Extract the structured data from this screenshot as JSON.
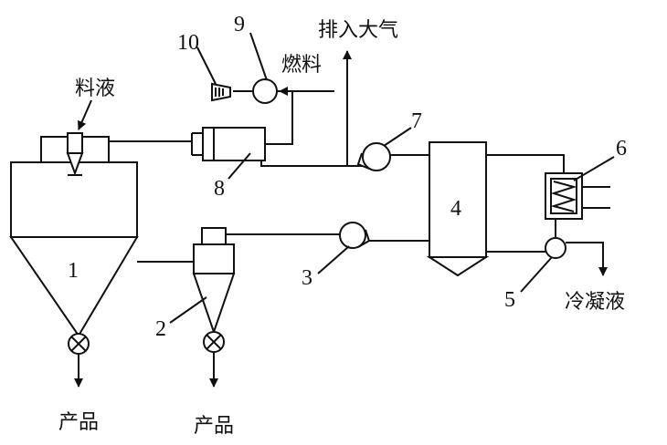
{
  "labels": {
    "feed_liquid": "料液",
    "exhaust": "排入大气",
    "fuel": "燃料",
    "condensate": "冷凝液",
    "product_1": "产品",
    "product_2": "产品"
  },
  "numbers": {
    "n1": "1",
    "n2": "2",
    "n3": "3",
    "n4": "4",
    "n5": "5",
    "n6": "6",
    "n7": "7",
    "n8": "8",
    "n9": "9",
    "n10": "10"
  }
}
